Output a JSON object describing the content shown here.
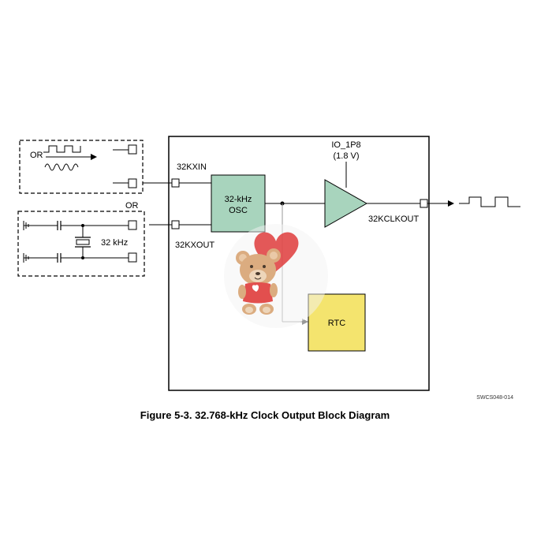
{
  "diagram": {
    "left_box": {
      "or_label": "OR"
    },
    "crystal_box": {
      "or_label": "OR",
      "crystal_label": "32 kHz"
    },
    "pins": {
      "in": "32KXIN",
      "out": "32KXOUT",
      "clkout": "32KCLKOUT"
    },
    "supply": {
      "name": "IO_1P8",
      "voltage": "(1.8 V)"
    },
    "blocks": {
      "osc_line1": "32-kHz",
      "osc_line2": "OSC",
      "rtc": "RTC"
    },
    "colors": {
      "osc_fill": "#a8d4bd",
      "buffer_fill": "#a8d4bd",
      "rtc_fill": "#f4e46e"
    },
    "doc_code": "SWCS048-014"
  },
  "caption": "Figure 5-3. 32.768-kHz Clock Output Block Diagram"
}
